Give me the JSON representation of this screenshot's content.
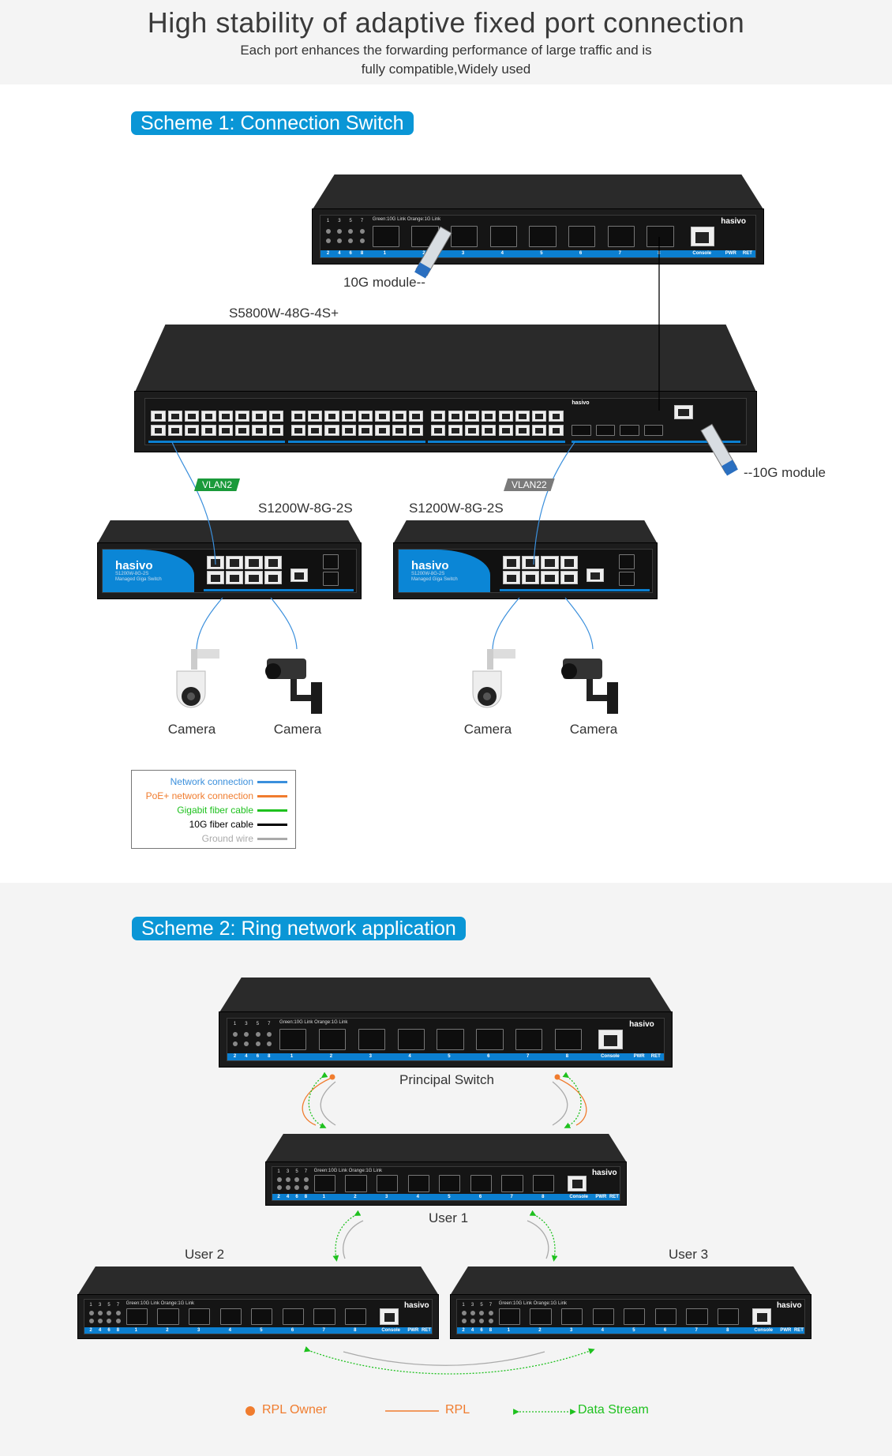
{
  "header": {
    "title": "High stability of adaptive fixed port connection",
    "subtitle_line1": "Each port enhances the forwarding performance of large traffic and is",
    "subtitle_line2": "fully compatible,Widely used"
  },
  "scheme1": {
    "title": "Scheme 1: Connection Switch",
    "module_left": "10G module--",
    "module_right": "--10G module",
    "core_model": "S5800W-48G-4S+",
    "access_model_1": "S1200W-8G-2S",
    "access_model_2": "S1200W-8G-2S",
    "vlan1": "VLAN2",
    "vlan2": "VLAN22",
    "cameras": [
      "Camera",
      "Camera",
      "Camera",
      "Camera"
    ],
    "legend": [
      {
        "label": "Network connection",
        "color": "#3a8fdc"
      },
      {
        "label": "PoE+ network connection",
        "color": "#f07c2e"
      },
      {
        "label": "Gigabit fiber cable",
        "color": "#1ec11e"
      },
      {
        "label": "10G fiber cable",
        "color": "#000000"
      },
      {
        "label": "Ground wire",
        "color": "#aaaaaa"
      }
    ]
  },
  "scheme2": {
    "title": "Scheme 2: Ring network application",
    "principal": "Principal Switch",
    "user1": "User 1",
    "user2": "User 2",
    "user3": "User 3",
    "legend": {
      "owner": "RPL Owner",
      "rpl": "RPL",
      "stream": "Data Stream"
    }
  },
  "device": {
    "brand": "hasivo",
    "led_note": "Green:10G Link  Orange:1G Link",
    "console": "Console",
    "pwr": "PWR",
    "ret": "RET",
    "led_top": [
      "1",
      "3",
      "5",
      "7"
    ],
    "led_bottom": [
      "2",
      "4",
      "6",
      "8"
    ],
    "ports": [
      "1",
      "2",
      "3",
      "4",
      "5",
      "6",
      "7",
      "8"
    ],
    "small_model": "S1200W-8G-2S",
    "small_desc": "Managed Giga Switch"
  },
  "colors": {
    "accent": "#0a96d6",
    "orange": "#f07c2e",
    "green": "#1ec11e",
    "vlan_green": "#1a9a3a",
    "vlan_gray": "#7a7a7a"
  }
}
